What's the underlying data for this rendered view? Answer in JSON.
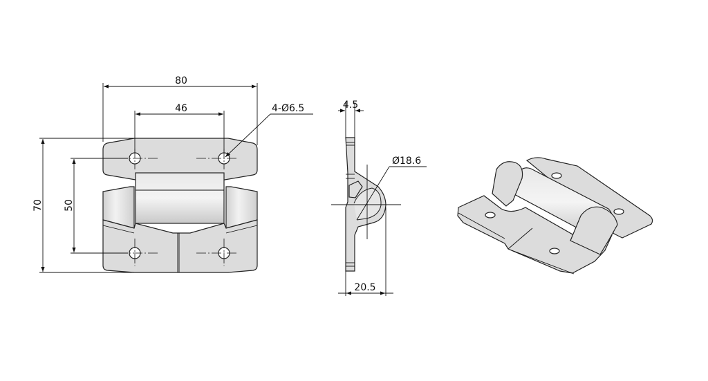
{
  "front_view": {
    "overall_width": "80",
    "hole_spacing_horizontal": "46",
    "hole_callout": "4-Ø6.5",
    "overall_height": "70",
    "hole_spacing_vertical": "50"
  },
  "side_view": {
    "plate_thickness": "4.5",
    "barrel_diameter": "Ø18.6",
    "overall_depth": "20.5"
  },
  "colors": {
    "part_fill": "#dcdcdc",
    "line": "#222222"
  }
}
